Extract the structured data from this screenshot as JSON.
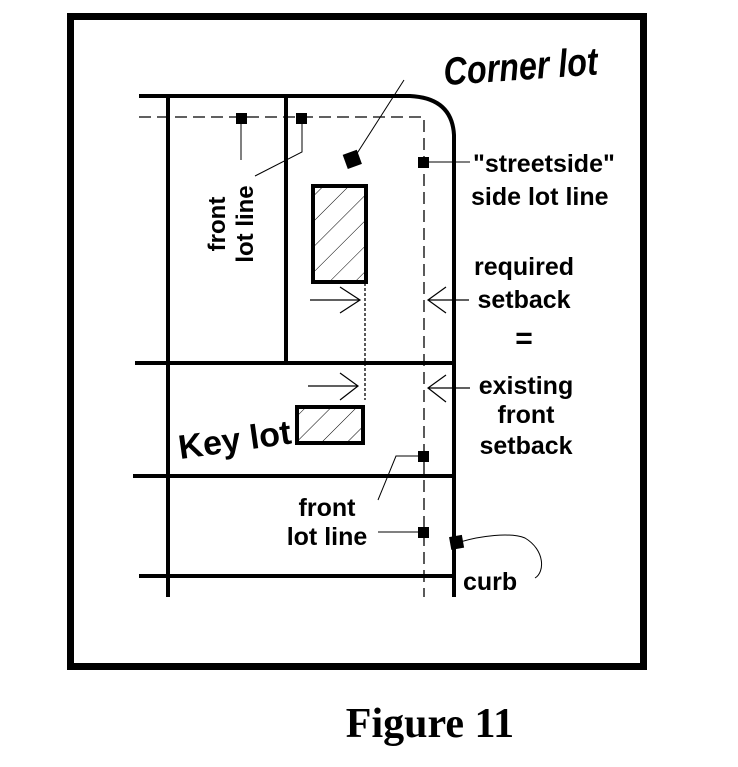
{
  "figure": {
    "caption": "Figure 11",
    "colors": {
      "ink": "#000000",
      "background": "#ffffff"
    }
  },
  "labels": {
    "corner_lot": "Corner lot",
    "key_lot": "Key lot",
    "front_lot_line_top": [
      "front",
      "lot line"
    ],
    "streetside": [
      "\"streetside\"",
      "side lot line"
    ],
    "required_setback": [
      "required",
      "setback"
    ],
    "equals": "=",
    "existing_front_setback": [
      "existing",
      "front",
      "setback"
    ],
    "front_lot_line_bottom": [
      "front",
      "lot line"
    ],
    "curb": "curb"
  }
}
